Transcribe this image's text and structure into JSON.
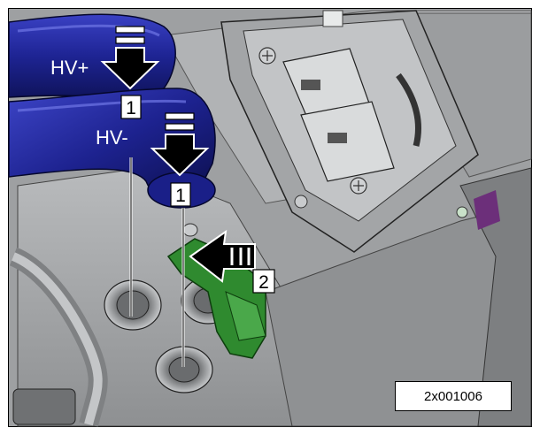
{
  "figure": {
    "reference_code": "2x001006",
    "labels": {
      "hv_plus": "HV+",
      "hv_minus": "HV-"
    },
    "callouts": [
      {
        "id": "1",
        "text": "1"
      },
      {
        "id": "1b",
        "text": "1"
      },
      {
        "id": "2",
        "text": "2"
      }
    ]
  },
  "colors": {
    "cable_blue": "#1b1f8c",
    "housing_gray": "#a7a9ab",
    "latch_green": "#2f8a2f",
    "outline": "#000000",
    "background": "#ffffff"
  }
}
